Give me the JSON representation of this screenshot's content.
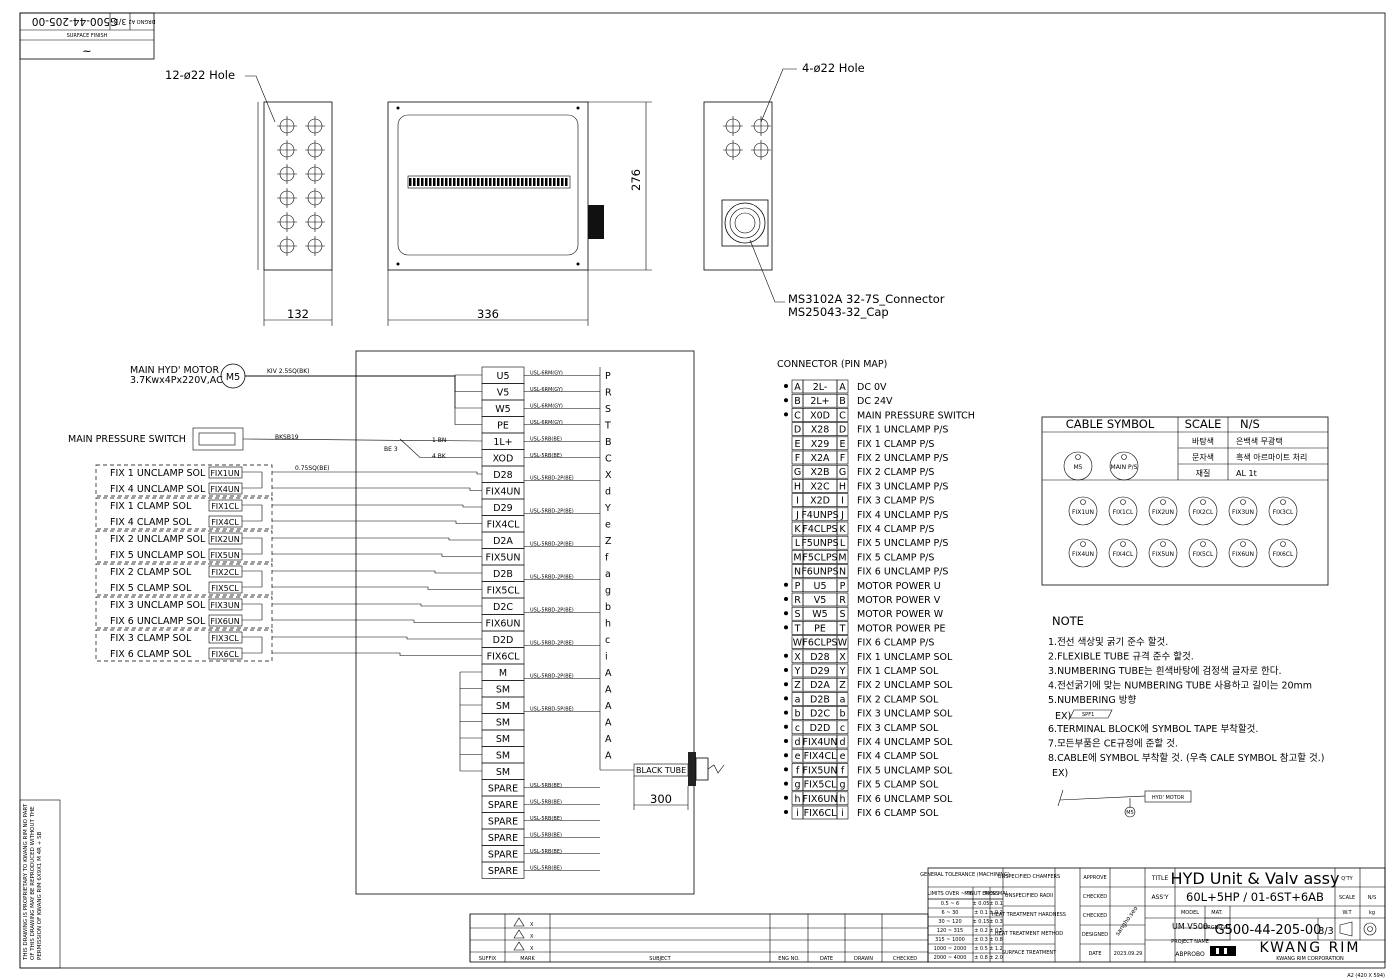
{
  "title_block": {
    "corner_dwg_no": "G500-44-205-00",
    "corner_size": "3/3",
    "corner_dwg": "DRGNO A2",
    "surface_finish_label": "SURFACE FINISH",
    "surface_finish_symbol": "~",
    "title_label": "TITLE",
    "title": "HYD Unit & Valv assy",
    "assy_label": "ASS'Y",
    "assy": "60L+5HP / 01-6ST+6AB",
    "qty_label": "Q'TY",
    "scale_label": "SCALE",
    "scale_value": "N/S",
    "model_label": "MODEL",
    "mat_label": "MAT.",
    "wt_label": "W.T",
    "kg_label": "kg",
    "model": "UM V500",
    "drgno_label": "DRGNO A2",
    "drgno": "G500-44-205-00",
    "sheet": "3/3",
    "project_label": "PROJECT NAME",
    "project": "ABPROBO",
    "company_big": "KWANG RIM",
    "company_small": "KWANG RIM CORPORATION",
    "approve": "APPROVE",
    "checked": "CHECKED",
    "designed": "DESIGNED",
    "date_label": "DATE",
    "date": "2023.09.29",
    "designer_sign": "sangho.seo",
    "page_size": "A2 (420 X 594)",
    "tol_title": "GENERAL TOLERANCE (MACHINING)",
    "tol_header": [
      "LIMITS OVER ~ TO",
      "MINUT ENESS",
      "MOR MAL"
    ],
    "tol_rows": [
      [
        "0.5 ~ 6",
        "± 0.05",
        "± 0.1"
      ],
      [
        "6 ~ 30",
        "± 0.1",
        "± 0.2"
      ],
      [
        "30 ~ 120",
        "± 0.15",
        "± 0.3"
      ],
      [
        "120 ~ 315",
        "± 0.2",
        "± 0.5"
      ],
      [
        "315 ~ 1000",
        "± 0.3",
        "± 0.8"
      ],
      [
        "1000 ~ 2000",
        "± 0.5",
        "± 1.2"
      ],
      [
        "2000 ~ 4000",
        "± 0.8",
        "± 2.0"
      ]
    ],
    "unspec_chamfers": "UNSPECIFIED CHAMFERS",
    "unspec_radii": "UNSPECIFIED RADII",
    "heat_hardness": "HEAT TREATMENT HARDNESS",
    "heat_method": "HEAT TREATMENT METHOD",
    "surface_treat": "SURFACE TREATMENT",
    "rev_header": [
      "SUFFIX",
      "MARK",
      "SUBJECT",
      "ENG NO.",
      "DATE",
      "DRAWN",
      "CHECKED"
    ],
    "rev_marks": [
      "X",
      "X",
      "X"
    ],
    "side_note": "THIS DRAWING IS PROPRIETARY TO KWANG RIM NO PART OF THIS DRAWING MAY BE REPRODUCED WITHOUT THE PERMISSION OF KWANG RIM 6X9X1 M 4R + SB"
  },
  "views": {
    "hole_left": "12-ø22 Hole",
    "hole_right": "4-ø22 Hole",
    "dim_132": "132",
    "dim_336": "336",
    "dim_276": "276",
    "connector_lbl1": "MS3102A 32-7S_Connector",
    "connector_lbl2": "MS25043-32_Cap"
  },
  "schematic": {
    "motor_label1": "MAIN HYD' MOTOR",
    "motor_label2": "3.7Kwx4Px220V,AC",
    "motor_symbol": "M5",
    "motor_cable": "KIV 2.5SQ(BK)",
    "pressure_label": "MAIN PRESSURE SWITCH",
    "pressure_cable": "BKSB19",
    "be3": "BE 3",
    "bn": "1 BN",
    "bk": "4 BK",
    "sol_cable": "0.75SQ(BE)",
    "black_tube": "BLACK TUBE",
    "dim_300": "300",
    "solenoids": [
      {
        "name": "FIX 1 UNCLAMP SOL",
        "tag": "FIX1UN"
      },
      {
        "name": "FIX 4 UNCLAMP SOL",
        "tag": "FIX4UN"
      },
      {
        "name": "FIX 1    CLAMP SOL",
        "tag": "FIX1CL"
      },
      {
        "name": "FIX 4    CLAMP SOL",
        "tag": "FIX4CL"
      },
      {
        "name": "FIX 2 UNCLAMP SOL",
        "tag": "FIX2UN"
      },
      {
        "name": "FIX 5 UNCLAMP SOL",
        "tag": "FIX5UN"
      },
      {
        "name": "FIX 2    CLAMP SOL",
        "tag": "FIX2CL"
      },
      {
        "name": "FIX 5    CLAMP SOL",
        "tag": "FIX5CL"
      },
      {
        "name": "FIX 3 UNCLAMP SOL",
        "tag": "FIX3UN"
      },
      {
        "name": "FIX 6 UNCLAMP SOL",
        "tag": "FIX6UN"
      },
      {
        "name": "FIX 3    CLAMP SOL",
        "tag": "FIX3CL"
      },
      {
        "name": "FIX 6    CLAMP SOL",
        "tag": "FIX6CL"
      }
    ],
    "terminals": [
      "U5",
      "V5",
      "W5",
      "PE",
      "1L+",
      "XOD",
      "D28",
      "FIX4UN",
      "D29",
      "FIX4CL",
      "D2A",
      "FIX5UN",
      "D2B",
      "FIX5CL",
      "D2C",
      "FIX6UN",
      "D2D",
      "FIX6CL",
      "M",
      "SM",
      "SM",
      "SM",
      "SM",
      "SM",
      "SM",
      "SPARE",
      "SPARE",
      "SPARE",
      "SPARE",
      "SPARE",
      "SPARE"
    ],
    "cable_labels": [
      {
        "row": 0,
        "text": "USL-6RM(GY)"
      },
      {
        "row": 1,
        "text": "USL-6RM(GY)"
      },
      {
        "row": 2,
        "text": "USL-6RM(GY)"
      },
      {
        "row": 3,
        "text": "USL-6RM(GY)"
      },
      {
        "row": 4,
        "text": "USL-5RB(BE)"
      },
      {
        "row": 5,
        "text": "USL-5RB(BE)"
      },
      {
        "row": 6,
        "text": "USL-5RBD-2P(BE)"
      },
      {
        "row": 8,
        "text": "USL-5RBD-2P(BE)"
      },
      {
        "row": 10,
        "text": "USL-5RBD-2P(BE)"
      },
      {
        "row": 12,
        "text": "USL-5RBD-2P(BE)"
      },
      {
        "row": 14,
        "text": "USL-5RBD-2P(BE)"
      },
      {
        "row": 16,
        "text": "USL-5RBD-2P(BE)"
      },
      {
        "row": 18,
        "text": "USL-5RBD-2P(BE)"
      },
      {
        "row": 20,
        "text": "USL-5RBD-5P(BE)"
      },
      {
        "row": 25,
        "text": "USL-5RB(BE)"
      },
      {
        "row": 26,
        "text": "USL-5RB(BE)"
      },
      {
        "row": 27,
        "text": "USL-5RB(BE)"
      },
      {
        "row": 28,
        "text": "USL-5RB(BE)"
      },
      {
        "row": 29,
        "text": "USL-5RB(BE)"
      },
      {
        "row": 30,
        "text": "USL-5RB(BE)"
      }
    ],
    "pin_letters": [
      "P",
      "R",
      "S",
      "T",
      "B",
      "C",
      "X",
      "d",
      "Y",
      "e",
      "Z",
      "f",
      "a",
      "g",
      "b",
      "h",
      "c",
      "i",
      "A",
      "A",
      "A",
      "A",
      "A",
      "A"
    ]
  },
  "pin_map": {
    "title": "CONNECTOR (PIN MAP)",
    "rows": [
      {
        "dot": true,
        "pin": "A",
        "sig": "2L-",
        "desc": "DC 0V"
      },
      {
        "dot": true,
        "pin": "B",
        "sig": "2L+",
        "desc": "DC 24V"
      },
      {
        "dot": true,
        "pin": "C",
        "sig": "X0D",
        "desc": "MAIN PRESSURE SWITCH"
      },
      {
        "dot": false,
        "pin": "D",
        "sig": "X28",
        "desc": "FIX 1 UNCLAMP P/S"
      },
      {
        "dot": false,
        "pin": "E",
        "sig": "X29",
        "desc": "FIX 1 CLAMP P/S"
      },
      {
        "dot": false,
        "pin": "F",
        "sig": "X2A",
        "desc": "FIX 2 UNCLAMP P/S"
      },
      {
        "dot": false,
        "pin": "G",
        "sig": "X2B",
        "desc": "FIX 2 CLAMP P/S"
      },
      {
        "dot": false,
        "pin": "H",
        "sig": "X2C",
        "desc": "FIX 3 UNCLAMP P/S"
      },
      {
        "dot": false,
        "pin": "I",
        "sig": "X2D",
        "desc": "FIX 3 CLAMP P/S"
      },
      {
        "dot": false,
        "pin": "J",
        "sig": "F4UNPS",
        "desc": "FIX 4 UNCLAMP P/S"
      },
      {
        "dot": false,
        "pin": "K",
        "sig": "F4CLPS",
        "desc": "FIX 4 CLAMP P/S"
      },
      {
        "dot": false,
        "pin": "L",
        "sig": "F5UNPS",
        "desc": "FIX 5 UNCLAMP P/S"
      },
      {
        "dot": false,
        "pin": "M",
        "sig": "F5CLPS",
        "desc": "FIX 5 CLAMP P/S"
      },
      {
        "dot": false,
        "pin": "N",
        "sig": "F6UNPS",
        "desc": "FIX 6 UNCLAMP P/S"
      },
      {
        "dot": true,
        "pin": "P",
        "sig": "U5",
        "desc": "MOTOR POWER U"
      },
      {
        "dot": true,
        "pin": "R",
        "sig": "V5",
        "desc": "MOTOR POWER V"
      },
      {
        "dot": true,
        "pin": "S",
        "sig": "W5",
        "desc": "MOTOR POWER W"
      },
      {
        "dot": true,
        "pin": "T",
        "sig": "PE",
        "desc": "MOTOR POWER PE"
      },
      {
        "dot": false,
        "pin": "W",
        "sig": "F6CLPS",
        "desc": "FIX 6 CLAMP P/S"
      },
      {
        "dot": true,
        "pin": "X",
        "sig": "D28",
        "desc": "FIX 1 UNCLAMP SOL"
      },
      {
        "dot": true,
        "pin": "Y",
        "sig": "D29",
        "desc": "FIX 1 CLAMP SOL"
      },
      {
        "dot": true,
        "pin": "Z",
        "sig": "D2A",
        "desc": "FIX 2 UNCLAMP SOL"
      },
      {
        "dot": true,
        "pin": "a",
        "sig": "D2B",
        "desc": "FIX 2 CLAMP SOL"
      },
      {
        "dot": true,
        "pin": "b",
        "sig": "D2C",
        "desc": "FIX 3 UNCLAMP SOL"
      },
      {
        "dot": true,
        "pin": "c",
        "sig": "D2D",
        "desc": "FIX 3 CLAMP SOL"
      },
      {
        "dot": true,
        "pin": "d",
        "sig": "FIX4UN",
        "desc": "FIX 4 UNCLAMP SOL"
      },
      {
        "dot": true,
        "pin": "e",
        "sig": "FIX4CL",
        "desc": "FIX 4 CLAMP SOL"
      },
      {
        "dot": true,
        "pin": "f",
        "sig": "FIX5UN",
        "desc": "FIX 5 UNCLAMP SOL"
      },
      {
        "dot": true,
        "pin": "g",
        "sig": "FIX5CL",
        "desc": "FIX 5 CLAMP SOL"
      },
      {
        "dot": true,
        "pin": "h",
        "sig": "FIX6UN",
        "desc": "FIX 6 UNCLAMP SOL"
      },
      {
        "dot": true,
        "pin": "i",
        "sig": "FIX6CL",
        "desc": "FIX 6 CLAMP SOL"
      }
    ]
  },
  "cable_symbol": {
    "title": "CABLE SYMBOL",
    "scale_label": "SCALE",
    "scale_value": "N/S",
    "props": [
      [
        "바탕색",
        "은백색 무광택"
      ],
      [
        "문자색",
        "흑색 아르마이트 처리"
      ],
      [
        "재질",
        "AL 1t"
      ]
    ],
    "row1": [
      "M5",
      "MAIN P/S"
    ],
    "row2": [
      "FIX1UN",
      "FIX1CL",
      "FIX2UN",
      "FIX2CL",
      "FIX3UN",
      "FIX3CL"
    ],
    "row3": [
      "FIX4UN",
      "FIX4CL",
      "FIX5UN",
      "FIX5CL",
      "FIX6UN",
      "FIX6CL"
    ]
  },
  "notes": {
    "title": "NOTE",
    "items": [
      "1.전선 색상및 굵기 준수 할것.",
      "2.FLEXIBLE TUBE 규격 준수 할것.",
      "3.NUMBERING TUBE는 흰색바탕에 검정색 글자로 한다.",
      "4.전선굵기에 맞는 NUMBERING TUBE 사용하고 길이는 20mm",
      "5.NUMBERING 방향",
      "6.TERMINAL BLOCK에 SYMBOL TAPE 부착할것.",
      "7.모든부품은 CE규정에 준할 것.",
      "8.CABLE에 SYMBOL 부착할 것. (우측 CALE SYMBOL 참고할 것.)"
    ],
    "ex1": "EX)",
    "ex_tag": "SPF1",
    "ex2": "EX)",
    "hyd_motor": "HYD' MOTOR",
    "m5_small": "M5"
  }
}
